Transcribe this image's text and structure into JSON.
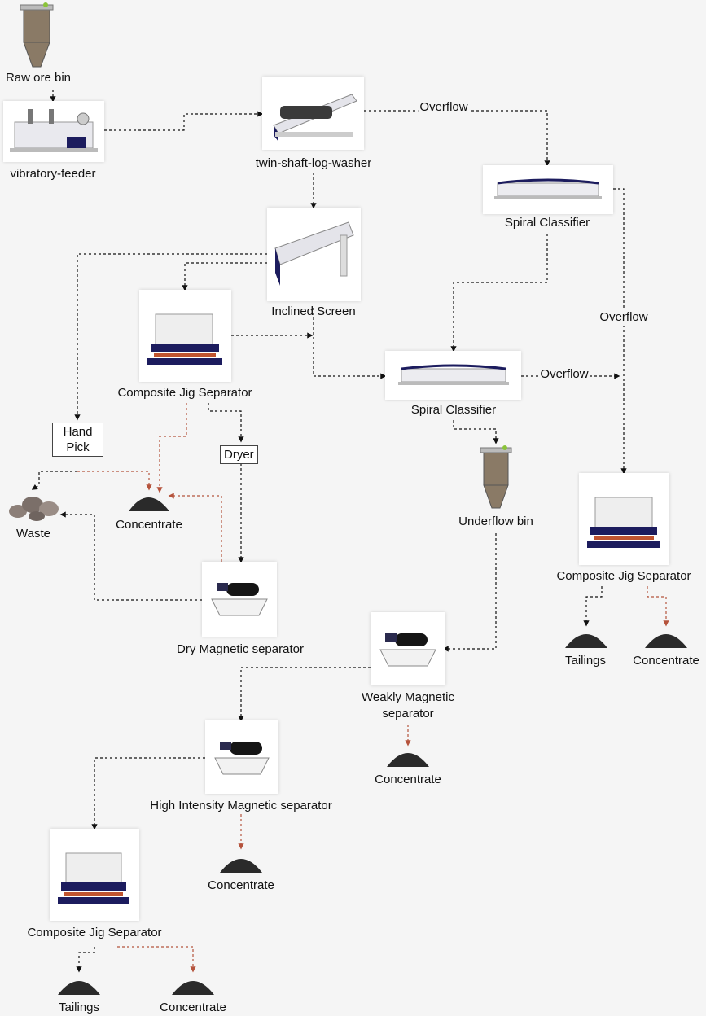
{
  "nodes": {
    "raw_ore_bin": "Raw ore bin",
    "vibratory_feeder": "vibratory-feeder",
    "log_washer": "twin-shaft-log-washer",
    "spiral_classifier_1": "Spiral Classifier",
    "inclined_screen": "Inclined Screen",
    "composite_jig_1": "Composite Jig Separator",
    "spiral_classifier_2": "Spiral Classifier",
    "hand_pick": "Hand Pick",
    "dryer": "Dryer",
    "waste": "Waste",
    "concentrate_1": "Concentrate",
    "underflow_bin": "Underflow bin",
    "composite_jig_2": "Composite Jig Separator",
    "dry_magnetic": "Dry Magnetic separator",
    "tailings_1": "Tailings",
    "concentrate_2": "Concentrate",
    "weakly_magnetic": "Weakly Magnetic separator",
    "concentrate_3": "Concentrate",
    "high_intensity_magnetic": "High Intensity Magnetic separator",
    "concentrate_4": "Concentrate",
    "composite_jig_3": "Composite Jig Separator",
    "tailings_2": "Tailings",
    "concentrate_5": "Concentrate"
  },
  "edge_labels": {
    "overflow_1": "Overflow",
    "overflow_2": "Overflow",
    "overflow_3": "Overflow"
  },
  "colors": {
    "flow_line": "#111111",
    "concentrate_line": "#b5533c",
    "background": "#f5f5f5"
  }
}
